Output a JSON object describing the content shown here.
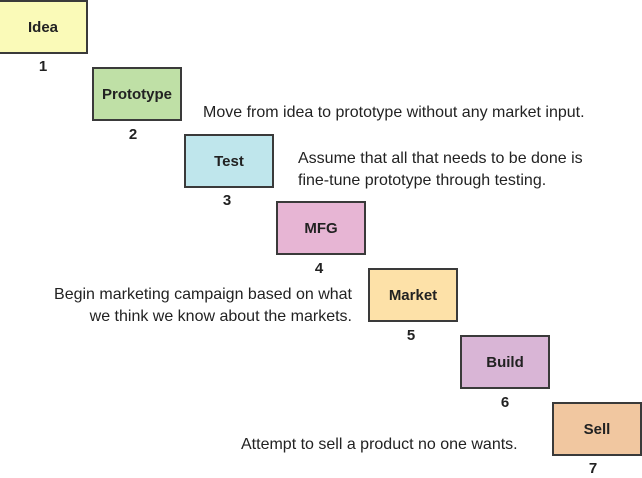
{
  "stages": [
    {
      "label": "Idea",
      "number": "1",
      "color": "#fafab8"
    },
    {
      "label": "Prototype",
      "number": "2",
      "color": "#bfe0a6"
    },
    {
      "label": "Test",
      "number": "3",
      "color": "#bfe6ec"
    },
    {
      "label": "MFG",
      "number": "4",
      "color": "#e7b5d4"
    },
    {
      "label": "Market",
      "number": "5",
      "color": "#fde1a8"
    },
    {
      "label": "Build",
      "number": "6",
      "color": "#d9b5d6"
    },
    {
      "label": "Sell",
      "number": "7",
      "color": "#f1c7a0"
    }
  ],
  "notes": {
    "prototype": [
      "Move from idea to prototype without any market input."
    ],
    "test": [
      "Assume that all that needs to be done is",
      "fine-tune prototype through testing."
    ],
    "market": [
      "Begin marketing campaign based on what",
      "we think we know about the markets."
    ],
    "sell": [
      "Attempt to sell a product no one wants."
    ]
  }
}
